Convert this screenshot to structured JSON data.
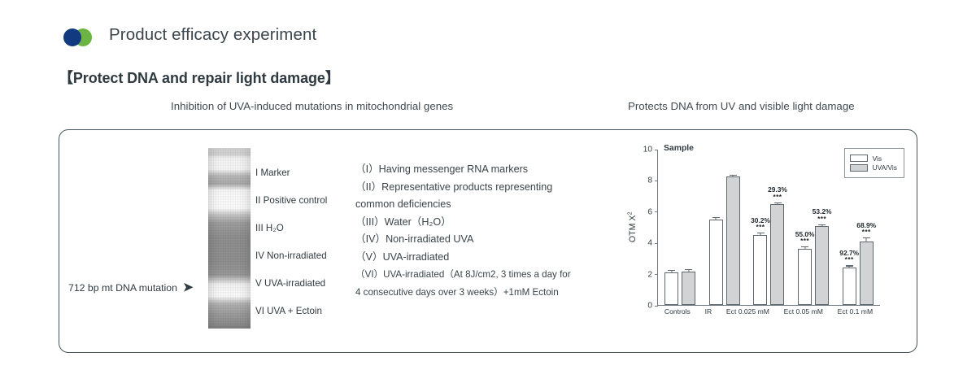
{
  "header": {
    "logo_icon": "two-overlapping-circles-icon",
    "logo_color_primary": "#123a80",
    "logo_color_secondary": "#6cb545",
    "title": "Product efficacy experiment",
    "section_title": "【Protect DNA and repair light damage】"
  },
  "captions": {
    "left": "Inhibition of UVA-induced mutations in mitochondrial genes",
    "right": "Protects DNA from UV and visible light damage"
  },
  "gel_panel": {
    "mutation_label": "712 bp mt DNA mutation",
    "arrow_icon": "arrow-right-icon",
    "arrow_glyph": "➤",
    "lane_labels": [
      "I Marker",
      "II Positive control",
      "III H₂O",
      "IV Non-irradiated",
      "V UVA-irradiated",
      "VI UVA + Ectoin"
    ]
  },
  "legend_list": [
    "（I）Having messenger RNA markers",
    "（II）Representative products representing",
    "common deficiencies",
    "（III）Water（H₂O）",
    "（IV）Non-irradiated UVA",
    "（V）UVA-irradiated",
    "（VI）UVA-irradiated（At 8J/cm2, 3 times a day for",
    "4 consecutive days over 3 weeks）+1mM Ectoin"
  ],
  "chart_data": {
    "type": "bar",
    "title": "Sample",
    "xlabel": "",
    "ylabel": "OTM X²",
    "ylim": [
      0,
      10
    ],
    "yticks": [
      0,
      2,
      4,
      6,
      8,
      10
    ],
    "grid": false,
    "legend_position": "top-right",
    "categories": [
      "Controls",
      "IR",
      "Ect 0.025 mM",
      "Ect 0.05 mM",
      "Ect 0.1 mM"
    ],
    "series": [
      {
        "name": "Vis",
        "color": "#ffffff",
        "values": [
          2.1,
          5.45,
          4.5,
          3.6,
          2.4
        ],
        "errors": [
          0.12,
          0.18,
          0.12,
          0.14,
          0.13
        ],
        "annotations": [
          "",
          "",
          "30.2%",
          "55.0%",
          "92.7%"
        ],
        "significance": [
          "",
          "",
          "***",
          "***",
          "***"
        ]
      },
      {
        "name": "UVA/Vis",
        "color": "#d2d3d4",
        "values": [
          2.15,
          8.25,
          6.45,
          5.05,
          4.05
        ],
        "errors": [
          0.15,
          0.1,
          0.12,
          0.12,
          0.26
        ],
        "annotations": [
          "",
          "",
          "29.3%",
          "53.2%",
          "68.9%"
        ],
        "significance": [
          "",
          "",
          "***",
          "***",
          "***"
        ]
      }
    ]
  }
}
